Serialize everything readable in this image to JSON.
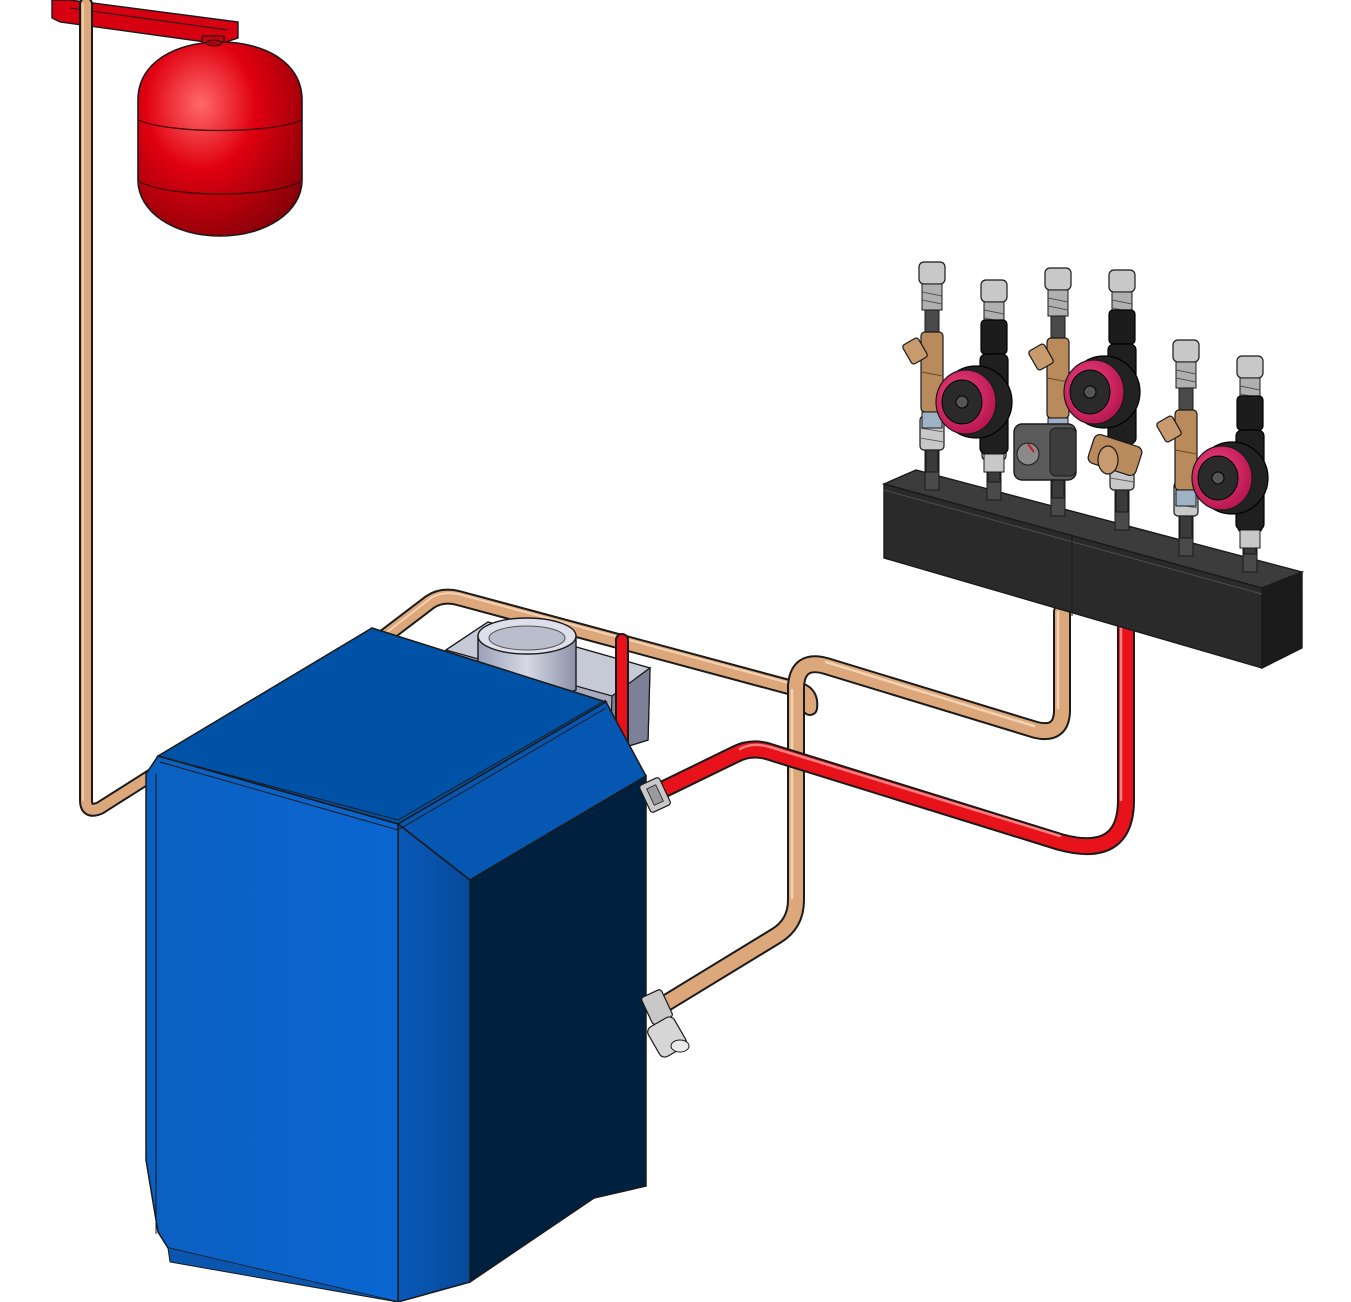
{
  "scene": {
    "background": "#ffffff",
    "colors": {
      "boiler_front": "#0a62c6",
      "boiler_side": "#0a58b3",
      "boiler_back": "#002040",
      "boiler_top": "#0052a6",
      "expansion_tank": "#e00010",
      "supply_pipe": "#e8121b",
      "return_pipe": "#dca77b",
      "manifold_body": "#2b2b2b",
      "pump_body": "#d4185e",
      "pump_ring": "#222222",
      "valve_brass": "#b88a5c",
      "valve_chrome": "#c8c8c8",
      "flue": "#b5b9c7"
    },
    "components": {
      "boiler": {
        "icon": "boiler-icon"
      },
      "expansion_tank": {
        "icon": "expansion-vessel-icon"
      },
      "manifold": {
        "icon": "manifold-icon",
        "pump_count": 3,
        "mixing_valve_count": 1,
        "circuit_count": 6
      }
    }
  }
}
